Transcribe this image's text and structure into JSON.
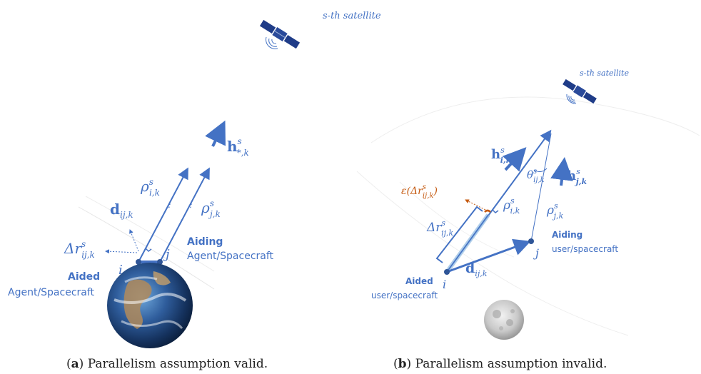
{
  "colors": {
    "primary": "#4472c4",
    "error": "#c55a11",
    "text": "#222222"
  },
  "panel_a": {
    "satellite": "s-th satellite",
    "h_star": "h",
    "h_star_sub": "*,k",
    "h_star_sup": "s",
    "rho_i": "ρ",
    "rho_i_sub": "i,k",
    "rho_j": "ρ",
    "rho_j_sub": "j,k",
    "d": "d",
    "d_sub": "ij,k",
    "delta_r": "Δr",
    "delta_r_sub": "ij,k",
    "sup_s": "s",
    "node_i": "i",
    "node_j": "j",
    "aiding_title": "Aiding",
    "aiding_sub": "Agent/Spacecraft",
    "aided_title": "Aided",
    "aided_sub": "Agent/Spacecraft",
    "caption_letter": "a",
    "caption_text": " Parallelism assumption valid."
  },
  "panel_b": {
    "satellite": "s-th satellite",
    "h_i": "h",
    "h_i_sub": "i,k",
    "h_j": "h",
    "h_j_sub": "j,k",
    "theta": "θ",
    "theta_sub": "ij,k",
    "epsilon": "ε(Δr",
    "epsilon_sub": "ij,k",
    "epsilon_close": ")",
    "rho_i": "ρ",
    "rho_i_sub": "i,k",
    "rho_j": "ρ",
    "rho_j_sub": "j,k",
    "delta_r": "Δr",
    "delta_r_sub": "ij,k",
    "d": "d",
    "d_sub": "ij,k",
    "sup_s": "s",
    "node_i": "i",
    "node_j": "j",
    "aiding_title": "Aiding",
    "aiding_sub": "user/spacecraft",
    "aided_title": "Aided",
    "aided_sub": "user/spacecraft",
    "caption_letter": "b",
    "caption_text": " Parallelism assumption invalid."
  }
}
